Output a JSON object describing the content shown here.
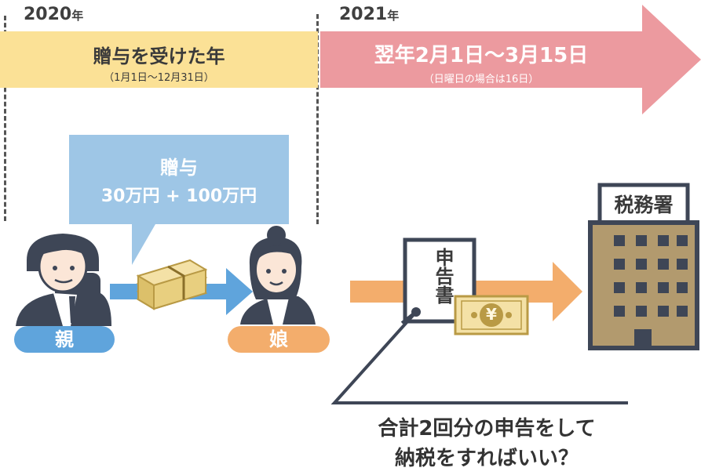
{
  "timeline": {
    "year_2020": {
      "number": "2020",
      "unit": "年"
    },
    "year_2021": {
      "number": "2021",
      "unit": "年"
    },
    "period_gift": {
      "title": "贈与を受けた年",
      "sub": "（1月1日〜12月31日）"
    },
    "period_filing": {
      "title": "翌年2月1日〜3月15日",
      "sub": "（日曜日の場合は16日）"
    }
  },
  "gift_bubble": {
    "title": "贈与",
    "amount": "30万円 + 100万円"
  },
  "people": {
    "parent_label": "親",
    "daughter_label": "娘"
  },
  "document": {
    "label": "申告書",
    "yen_symbol": "¥"
  },
  "tax_office": {
    "label": "税務署"
  },
  "question": {
    "line1": "合計2回分の申告をして",
    "line2": "納税をすればいい？"
  },
  "colors": {
    "gift_band": "#fbe196",
    "filing_arrow": "#ec9a9f",
    "bubble": "#9ec6e6",
    "blue_arrow": "#5fa4dc",
    "orange_arrow": "#f3ad6c",
    "parent_pill": "#5fa4dc",
    "daughter_pill": "#f3ad6c",
    "building": "#b29a6e"
  }
}
